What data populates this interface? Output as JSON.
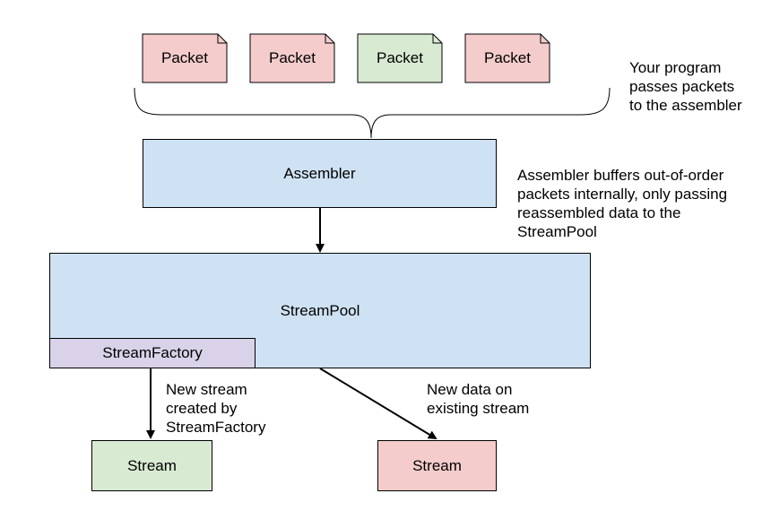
{
  "colors": {
    "packet_red": "#f4cccc",
    "packet_green": "#d9ead3",
    "assembler_blue": "#cfe2f3",
    "factory_purple": "#d9d2e9",
    "stream_green": "#d9ead3",
    "stream_red": "#f4cccc"
  },
  "packets": [
    {
      "label": "Packet",
      "color": "red"
    },
    {
      "label": "Packet",
      "color": "red"
    },
    {
      "label": "Packet",
      "color": "green"
    },
    {
      "label": "Packet",
      "color": "red"
    }
  ],
  "notes": {
    "program": "Your program\npasses packets\nto the assembler",
    "assembler": "Assembler buffers out-of-order\npackets internally, only passing\nreassembled data to the\nStreamPool",
    "new_stream": "New stream\ncreated by\nStreamFactory",
    "new_data": "New data on\nexisting stream"
  },
  "assembler": {
    "label": "Assembler"
  },
  "streampool": {
    "label": "StreamPool"
  },
  "streamfactory": {
    "label": "StreamFactory"
  },
  "streams": [
    {
      "label": "Stream",
      "color": "green"
    },
    {
      "label": "Stream",
      "color": "red"
    }
  ]
}
